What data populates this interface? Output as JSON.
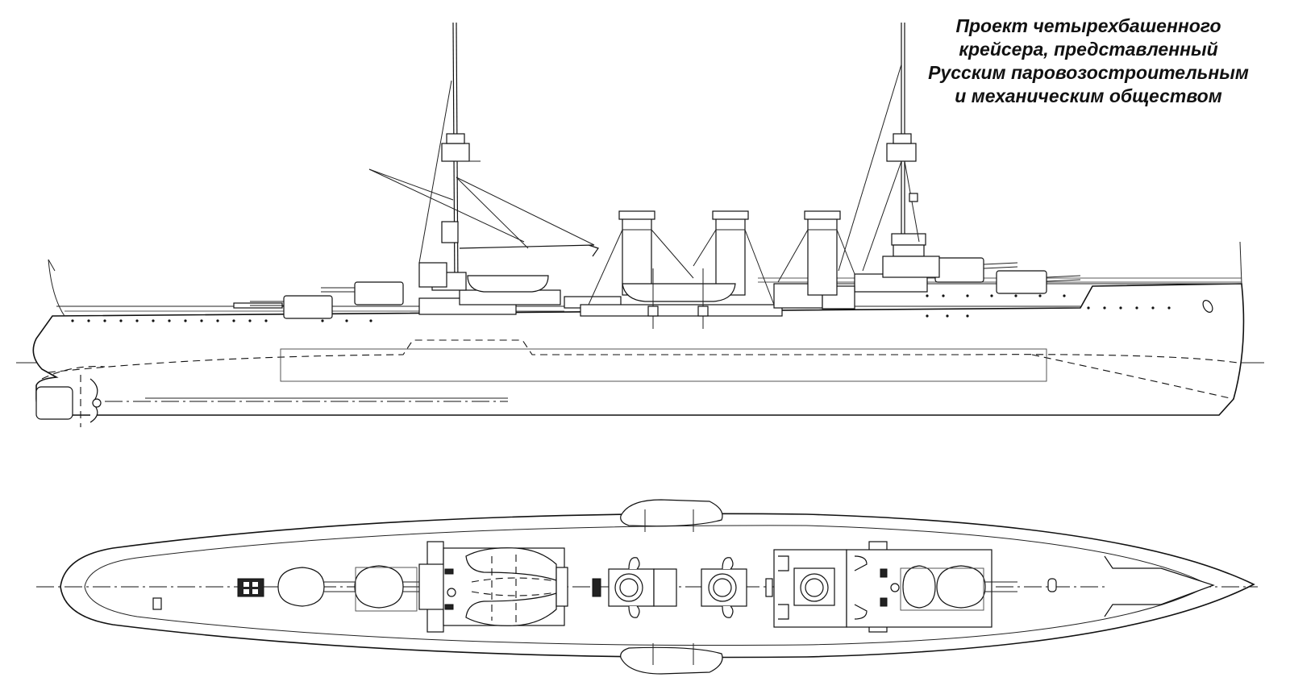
{
  "caption": {
    "lines": [
      "Проект  четырехбашенного",
      "крейсера, представленный",
      "Русским паровозостроительным",
      "и механическим обществом"
    ]
  },
  "views": {
    "profile_view": "side",
    "plan_view": "top"
  },
  "colors": {
    "line": "#111111",
    "paper": "#ffffff"
  }
}
